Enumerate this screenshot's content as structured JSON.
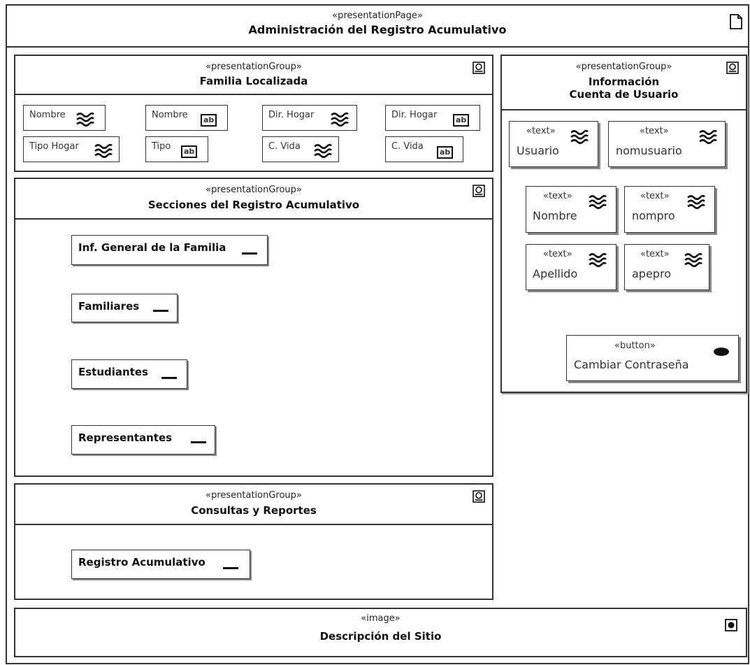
{
  "page": {
    "stereotype": "«presentationPage»",
    "title": "Administración del Registro Acumulativo",
    "icon": "page-icon"
  },
  "familia": {
    "stereotype": "«presentationGroup»",
    "title": "Familia Localizada",
    "icon": "group-icon",
    "fields": [
      "Nombre",
      "Nombre",
      "Dir. Hogar",
      "Dir. Hogar",
      "Tipo Hogar",
      "Tipo",
      "C. Vida",
      "C. Vida"
    ],
    "textbox_glyph": "ab"
  },
  "secciones": {
    "stereotype": "«presentationGroup»",
    "title": "Secciones del Registro Acumulativo",
    "icon": "group-icon",
    "items": [
      "Inf. General de la Familia",
      "Familiares",
      "Estudiantes",
      "Representantes"
    ]
  },
  "consultas": {
    "stereotype": "«presentationGroup»",
    "title": "Consultas y Reportes",
    "icon": "group-icon",
    "items": [
      "Registro Acumulativo"
    ]
  },
  "cuenta": {
    "stereotype": "«presentationGroup»",
    "title_line1": "Información",
    "title_line2": "Cuenta de Usuario",
    "icon": "group-icon",
    "texts": [
      {
        "stereotype": "«text»",
        "name": "Usuario"
      },
      {
        "stereotype": "«text»",
        "name": "nomusuario"
      },
      {
        "stereotype": "«text»",
        "name": "Nombre"
      },
      {
        "stereotype": "«text»",
        "name": "nompro"
      },
      {
        "stereotype": "«text»",
        "name": "Apellido"
      },
      {
        "stereotype": "«text»",
        "name": "apepro"
      }
    ],
    "button": {
      "stereotype": "«button»",
      "name": "Cambiar Contraseña"
    }
  },
  "imagen": {
    "stereotype": "«image»",
    "title": "Descripción del Sitio",
    "icon": "image-icon"
  }
}
